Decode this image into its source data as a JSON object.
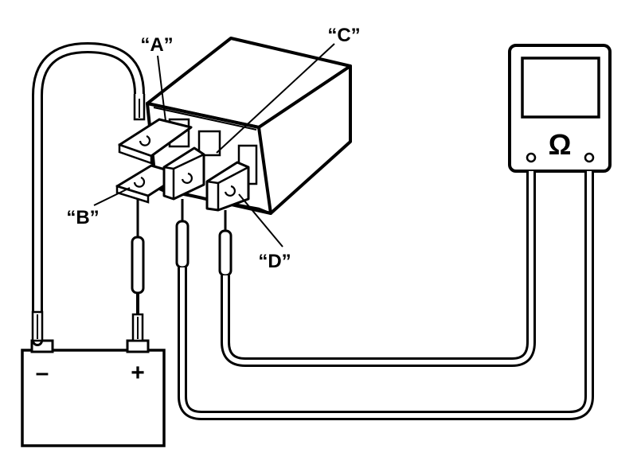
{
  "labels": {
    "terminal_a": "“A”",
    "terminal_b": "“B”",
    "terminal_c": "“C”",
    "terminal_d": "“D”"
  },
  "battery": {
    "negative_symbol": "–",
    "positive_symbol": "+"
  },
  "ohmmeter": {
    "symbol": "Ω"
  },
  "colors": {
    "line": "#000000",
    "background": "#ffffff"
  }
}
